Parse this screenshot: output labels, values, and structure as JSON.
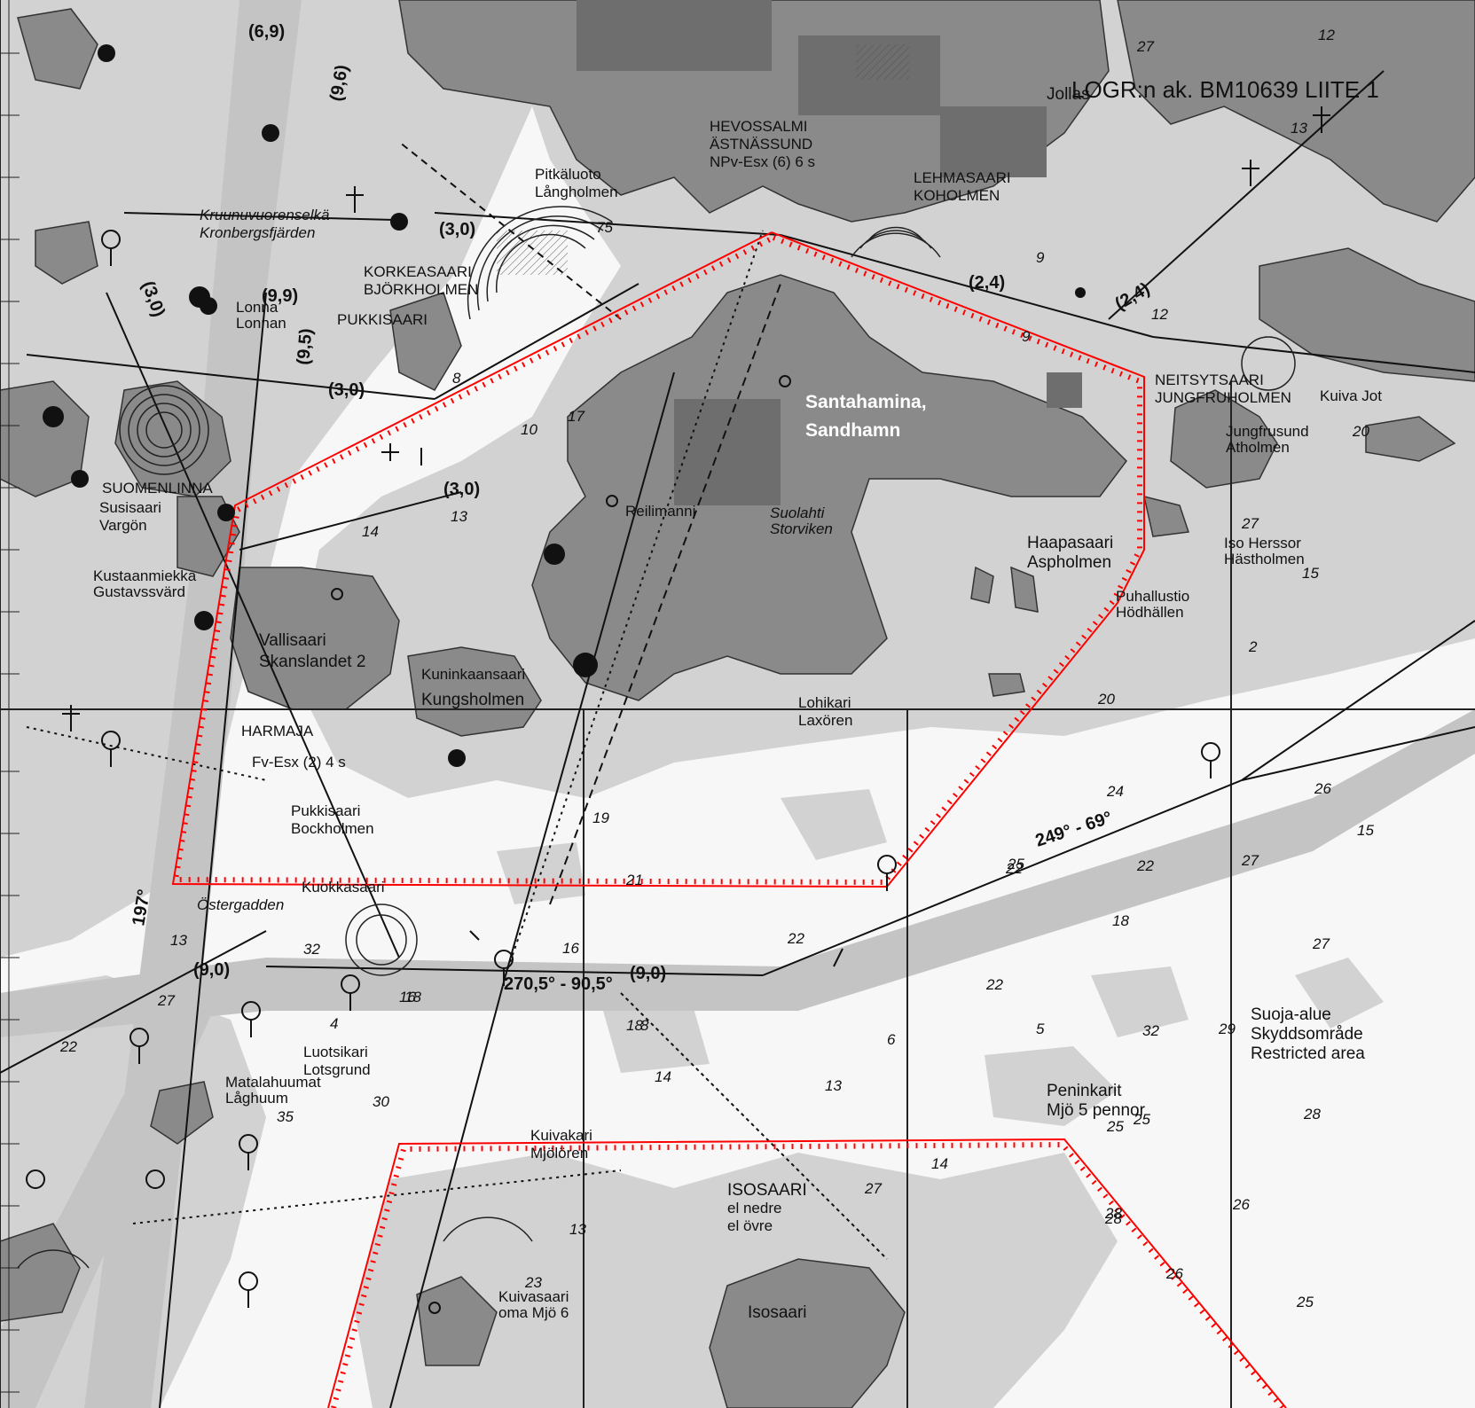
{
  "doc_ref": "LOGR:n ak. BM10639 LIITE 1",
  "place_labels": [
    {
      "id": "jollas",
      "text": "Jollas"
    },
    {
      "id": "hevossalmi-1",
      "text": "HEVOSSALMI"
    },
    {
      "id": "hevossalmi-2",
      "text": "ÄSTNÄSSUND"
    },
    {
      "id": "hevossalmi-3",
      "text": "NPv-Esx (6) 6 s"
    },
    {
      "id": "lehmasaari-1",
      "text": "LEHMASAARI"
    },
    {
      "id": "lehmasaari-2",
      "text": "KOHOLMEN"
    },
    {
      "id": "pitkaluoto-1",
      "text": "Pitkäluoto"
    },
    {
      "id": "pitkaluoto-2",
      "text": "Långholmen"
    },
    {
      "id": "kruunuvuori-1",
      "text": "Kruunuvuorenselkä"
    },
    {
      "id": "kruunuvuori-2",
      "text": "Kronbergsfjärden"
    },
    {
      "id": "kuninkaansaari-1",
      "text": "KORKEASAARI"
    },
    {
      "id": "kuninkaansaari-2",
      "text": "BJÖRKHOLMEN"
    },
    {
      "id": "pukkisaari",
      "text": "PUKKISAARI"
    },
    {
      "id": "lonna-1",
      "text": "Lonna"
    },
    {
      "id": "lonna-2",
      "text": "Lonnan"
    },
    {
      "id": "santahamina-1",
      "text": "Santahamina,"
    },
    {
      "id": "santahamina-2",
      "text": "Sandhamn"
    },
    {
      "id": "neitsytsaari-1",
      "text": "NEITSYTSAARI"
    },
    {
      "id": "neitsytsaari-2",
      "text": "JUNGFRUHOLMEN"
    },
    {
      "id": "kuiva",
      "text": "Kuiva Jot"
    },
    {
      "id": "suomenlinna",
      "text": "SUOMENLINNA"
    },
    {
      "id": "susisaari-1",
      "text": "Susisaari"
    },
    {
      "id": "susisaari-2",
      "text": "Vargön"
    },
    {
      "id": "kustaanmiekka-1",
      "text": "Kustaanmiekka"
    },
    {
      "id": "kustaanmiekka-2",
      "text": "Gustavssvärd"
    },
    {
      "id": "vallisaari-1",
      "text": "Vallisaari"
    },
    {
      "id": "vallisaari-2",
      "text": "Skanslandet 2"
    },
    {
      "id": "kuninkaansaari-3",
      "text": "Kuninkaansaari"
    },
    {
      "id": "kuninkaansaari-4",
      "text": "Kungsholmen"
    },
    {
      "id": "harmaja-1",
      "text": "HARMAJA"
    },
    {
      "id": "harmaja-2",
      "text": "Fv-Esx (2) 4 s"
    },
    {
      "id": "pukkisaari-1",
      "text": "Pukkisaari"
    },
    {
      "id": "pukkisaari-2",
      "text": "Bockholmen"
    },
    {
      "id": "kuokkasaari",
      "text": "Kuokkasaari"
    },
    {
      "id": "reelmanni",
      "text": "Reilimanni"
    },
    {
      "id": "suolahti-1",
      "text": "Suolahti"
    },
    {
      "id": "suolahti-2",
      "text": "Storviken"
    },
    {
      "id": "haapasaari-1",
      "text": "Haapasaari"
    },
    {
      "id": "haapasaari-2",
      "text": "Aspholmen"
    },
    {
      "id": "kuivasaari-n-1",
      "text": "Jungfrusund"
    },
    {
      "id": "kuivasaari-n-2",
      "text": "Atholmen"
    },
    {
      "id": "laajasalo-1",
      "text": "Iso Herssor"
    },
    {
      "id": "laajasalo-2",
      "text": "Hästholmen"
    },
    {
      "id": "hoikalluoto-1",
      "text": "Puhallustio"
    },
    {
      "id": "hoikalluoto-2",
      "text": "Hödhällen"
    },
    {
      "id": "lohikari-1",
      "text": "Lohikari"
    },
    {
      "id": "lohikari-2",
      "text": "Laxören"
    },
    {
      "id": "ostergadden",
      "text": "Östergadden"
    },
    {
      "id": "luotsikari-1",
      "text": "Luotsikari"
    },
    {
      "id": "luotsikari-2",
      "text": "Lotsgrund"
    },
    {
      "id": "matalahuumat-1",
      "text": "Matalahuumat"
    },
    {
      "id": "matalahuumat-2",
      "text": "Låghuum"
    },
    {
      "id": "kuivakari-1",
      "text": "Kuivakari"
    },
    {
      "id": "kuivakari-2",
      "text": "Mjölören"
    },
    {
      "id": "isosaari-1",
      "text": "ISOSAARI"
    },
    {
      "id": "isosaari-2",
      "text": "el nedre"
    },
    {
      "id": "isosaari-3",
      "text": "el övre"
    },
    {
      "id": "kuivasaari-1",
      "text": "Kuivasaari"
    },
    {
      "id": "kuivasaari-2",
      "text": "oma Mjö 6"
    },
    {
      "id": "isosaari-s",
      "text": "Isosaari"
    },
    {
      "id": "peninkarit-1",
      "text": "Peninkarit"
    },
    {
      "id": "peninkarit-2",
      "text": "Mjö 5 pennor"
    },
    {
      "id": "restricted-1",
      "text": "Suoja-alue"
    },
    {
      "id": "restricted-2",
      "text": "Skyddsområde"
    },
    {
      "id": "restricted-3",
      "text": "Restricted area"
    }
  ],
  "route_labels": [
    {
      "id": "r1",
      "text": "(6,9)"
    },
    {
      "id": "r2",
      "text": "(9,6)"
    },
    {
      "id": "r3",
      "text": "(3,0)"
    },
    {
      "id": "r4",
      "text": "(3,0)"
    },
    {
      "id": "r5",
      "text": "(9,5)"
    },
    {
      "id": "r6",
      "text": "(3,0)"
    },
    {
      "id": "r7",
      "text": "(3,0)"
    },
    {
      "id": "r8",
      "text": "(2,4)"
    },
    {
      "id": "r9",
      "text": "(2,4)"
    },
    {
      "id": "r10",
      "text": "(9,0)"
    },
    {
      "id": "r11",
      "text": "(9,0)"
    },
    {
      "id": "r12",
      "text": "249° - 69°"
    },
    {
      "id": "r13",
      "text": "270,5° - 90,5°"
    },
    {
      "id": "r14",
      "text": "197°"
    },
    {
      "id": "r15",
      "text": "(9,9)"
    }
  ],
  "soundings": [
    {
      "id": "s1",
      "text": "27"
    },
    {
      "id": "s2",
      "text": "12"
    },
    {
      "id": "s3",
      "text": "13"
    },
    {
      "id": "s4",
      "text": "12"
    },
    {
      "id": "s5",
      "text": "9"
    },
    {
      "id": "s6",
      "text": "75"
    },
    {
      "id": "s7",
      "text": "14"
    },
    {
      "id": "s8",
      "text": "13"
    },
    {
      "id": "s9",
      "text": "8"
    },
    {
      "id": "s10",
      "text": "17"
    },
    {
      "id": "s11",
      "text": "10"
    },
    {
      "id": "s12",
      "text": "9"
    },
    {
      "id": "s13",
      "text": "20"
    },
    {
      "id": "s14",
      "text": "27"
    },
    {
      "id": "s15",
      "text": "15"
    },
    {
      "id": "s16",
      "text": "2"
    },
    {
      "id": "s17",
      "text": "20"
    },
    {
      "id": "s18",
      "text": "26"
    },
    {
      "id": "s19",
      "text": "15"
    },
    {
      "id": "s20",
      "text": "24"
    },
    {
      "id": "s21",
      "text": "22"
    },
    {
      "id": "s22",
      "text": "27"
    },
    {
      "id": "s23",
      "text": "18"
    },
    {
      "id": "s24",
      "text": "27"
    },
    {
      "id": "s25",
      "text": "22"
    },
    {
      "id": "s26",
      "text": "22"
    },
    {
      "id": "s27",
      "text": "29"
    },
    {
      "id": "s28",
      "text": "28"
    },
    {
      "id": "s29",
      "text": "25"
    },
    {
      "id": "s30",
      "text": "28"
    },
    {
      "id": "s31",
      "text": "26"
    },
    {
      "id": "s32",
      "text": "27"
    },
    {
      "id": "s33",
      "text": "22"
    },
    {
      "id": "s34",
      "text": "16"
    },
    {
      "id": "s35",
      "text": "22"
    },
    {
      "id": "s36",
      "text": "32"
    },
    {
      "id": "s37",
      "text": "27"
    },
    {
      "id": "s38",
      "text": "25"
    },
    {
      "id": "s39",
      "text": "35"
    },
    {
      "id": "s40",
      "text": "13"
    },
    {
      "id": "s41",
      "text": "18"
    },
    {
      "id": "s42",
      "text": "16"
    },
    {
      "id": "s43",
      "text": "32"
    },
    {
      "id": "s44",
      "text": "23"
    },
    {
      "id": "s45",
      "text": "8"
    },
    {
      "id": "s46",
      "text": "14"
    },
    {
      "id": "s47",
      "text": "13"
    },
    {
      "id": "s48",
      "text": "19"
    },
    {
      "id": "s49",
      "text": "6"
    },
    {
      "id": "s50",
      "text": "18"
    },
    {
      "id": "s51",
      "text": "4"
    },
    {
      "id": "s52",
      "text": "30"
    },
    {
      "id": "s53",
      "text": "5"
    },
    {
      "id": "s54",
      "text": "21"
    },
    {
      "id": "s55",
      "text": "13"
    },
    {
      "id": "s56",
      "text": "25"
    },
    {
      "id": "s57",
      "text": "25"
    },
    {
      "id": "s58",
      "text": "26"
    },
    {
      "id": "s59",
      "text": "28"
    },
    {
      "id": "s60",
      "text": "14"
    }
  ]
}
